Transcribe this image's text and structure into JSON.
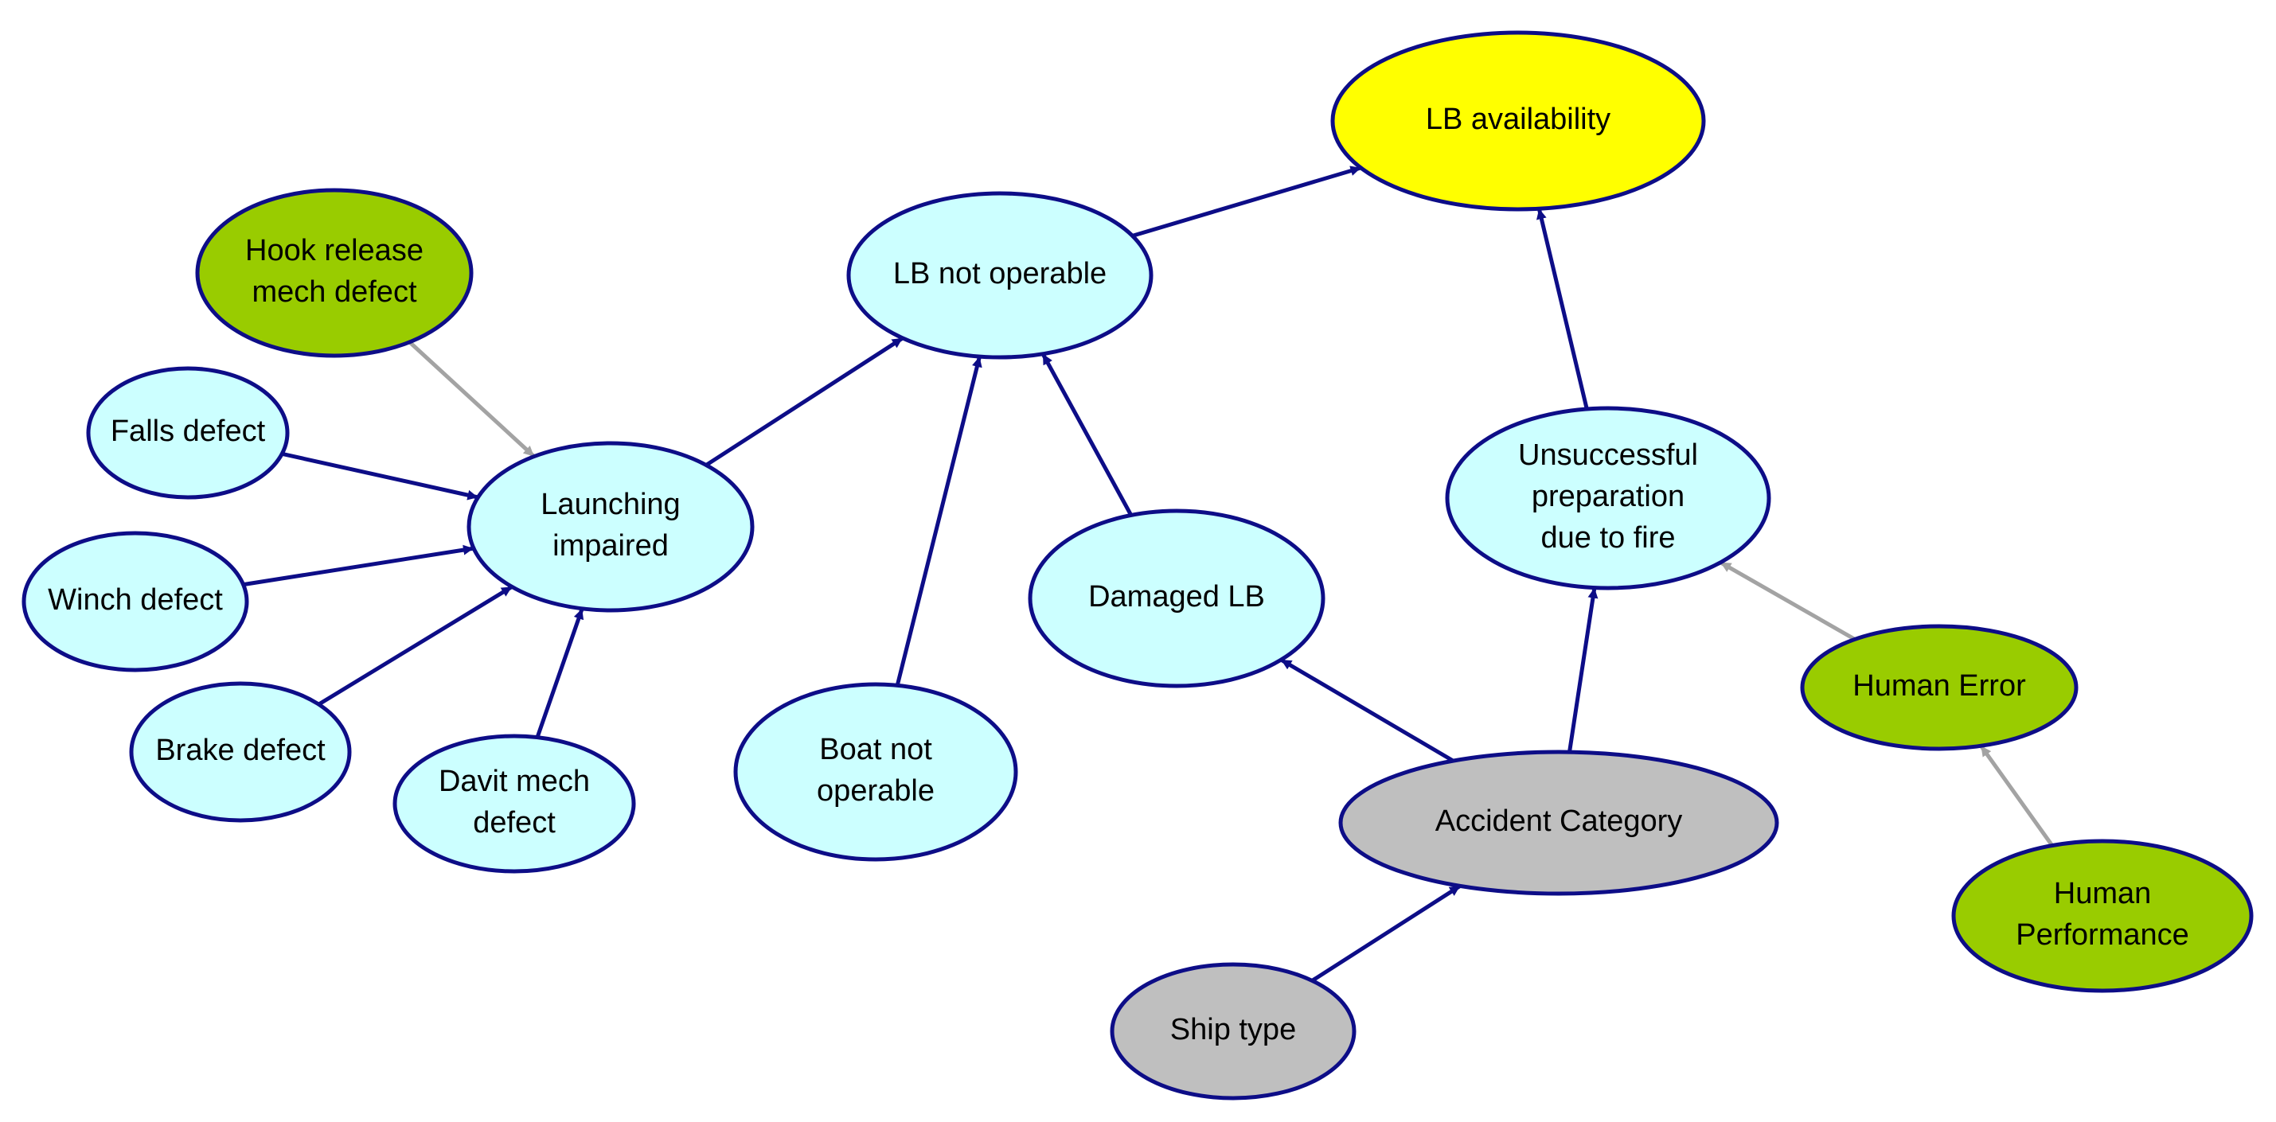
{
  "colors": {
    "edge_strong": "#0d0d87",
    "edge_weak": "#a3a3a3",
    "node_stroke": "#0d0d87",
    "fill_light_blue": "#ccffff",
    "fill_yellow": "#ffff00",
    "fill_green": "#99cc00",
    "fill_gray": "#bfbfbf"
  },
  "nodes": [
    {
      "id": "lb_availability",
      "lines": [
        "LB availability"
      ],
      "fill": "yellow"
    },
    {
      "id": "lb_not_operable",
      "lines": [
        "LB not operable"
      ],
      "fill": "light_blue"
    },
    {
      "id": "hook_release",
      "lines": [
        "Hook release",
        "mech defect"
      ],
      "fill": "green"
    },
    {
      "id": "falls_defect",
      "lines": [
        "Falls defect"
      ],
      "fill": "light_blue"
    },
    {
      "id": "launching_impaired",
      "lines": [
        "Launching",
        "impaired"
      ],
      "fill": "light_blue"
    },
    {
      "id": "winch_defect",
      "lines": [
        "Winch defect"
      ],
      "fill": "light_blue"
    },
    {
      "id": "brake_defect",
      "lines": [
        "Brake defect"
      ],
      "fill": "light_blue"
    },
    {
      "id": "davit_mech_defect",
      "lines": [
        "Davit mech",
        "defect"
      ],
      "fill": "light_blue"
    },
    {
      "id": "boat_not_operable",
      "lines": [
        "Boat not",
        "operable"
      ],
      "fill": "light_blue"
    },
    {
      "id": "damaged_lb",
      "lines": [
        "Damaged LB"
      ],
      "fill": "light_blue"
    },
    {
      "id": "unsuccessful_prep",
      "lines": [
        "Unsuccessful",
        "preparation",
        "due to fire"
      ],
      "fill": "light_blue"
    },
    {
      "id": "human_error",
      "lines": [
        "Human Error"
      ],
      "fill": "green"
    },
    {
      "id": "accident_category",
      "lines": [
        "Accident Category"
      ],
      "fill": "gray"
    },
    {
      "id": "human_performance",
      "lines": [
        "Human",
        "Performance"
      ],
      "fill": "green"
    },
    {
      "id": "ship_type",
      "lines": [
        "Ship type"
      ],
      "fill": "gray"
    }
  ],
  "edges": [
    {
      "from": "lb_not_operable",
      "to": "lb_availability",
      "style": "strong"
    },
    {
      "from": "unsuccessful_prep",
      "to": "lb_availability",
      "style": "strong"
    },
    {
      "from": "launching_impaired",
      "to": "lb_not_operable",
      "style": "strong"
    },
    {
      "from": "boat_not_operable",
      "to": "lb_not_operable",
      "style": "strong"
    },
    {
      "from": "damaged_lb",
      "to": "lb_not_operable",
      "style": "strong"
    },
    {
      "from": "hook_release",
      "to": "launching_impaired",
      "style": "weak"
    },
    {
      "from": "falls_defect",
      "to": "launching_impaired",
      "style": "strong"
    },
    {
      "from": "winch_defect",
      "to": "launching_impaired",
      "style": "strong"
    },
    {
      "from": "brake_defect",
      "to": "launching_impaired",
      "style": "strong"
    },
    {
      "from": "davit_mech_defect",
      "to": "launching_impaired",
      "style": "strong"
    },
    {
      "from": "accident_category",
      "to": "damaged_lb",
      "style": "strong"
    },
    {
      "from": "accident_category",
      "to": "unsuccessful_prep",
      "style": "strong"
    },
    {
      "from": "human_error",
      "to": "unsuccessful_prep",
      "style": "weak"
    },
    {
      "from": "human_performance",
      "to": "human_error",
      "style": "weak"
    },
    {
      "from": "ship_type",
      "to": "accident_category",
      "style": "strong"
    }
  ]
}
